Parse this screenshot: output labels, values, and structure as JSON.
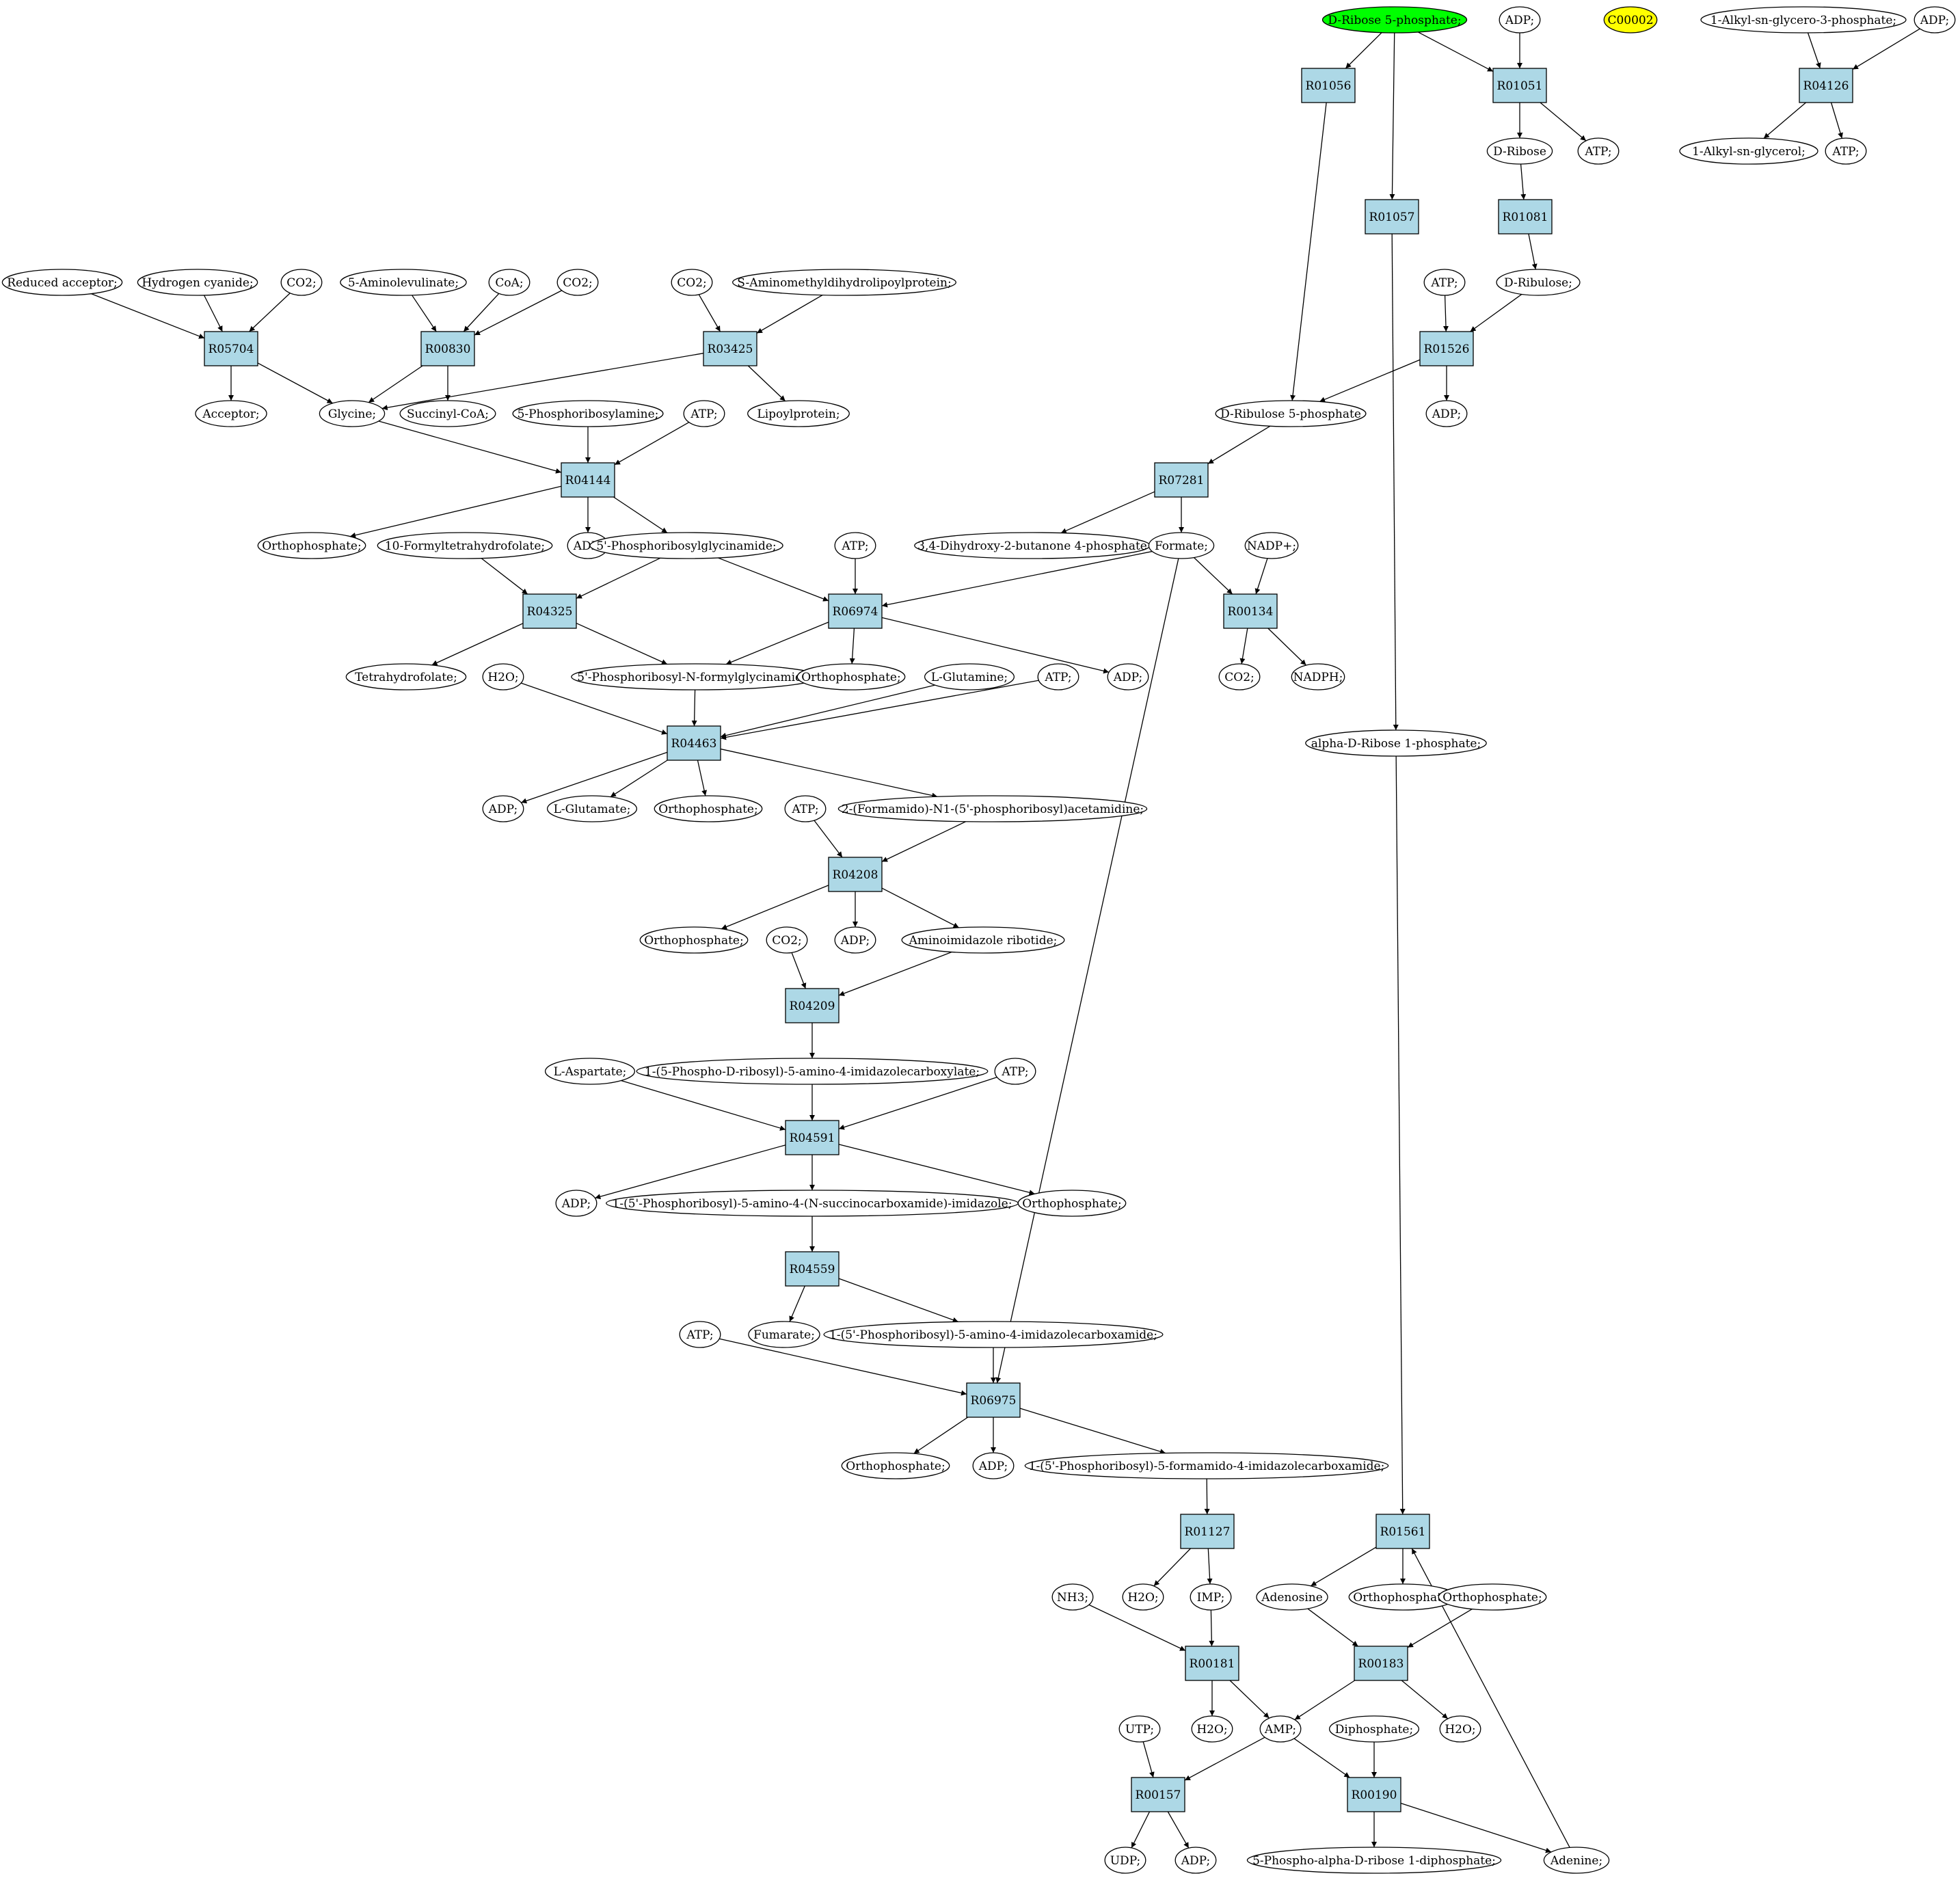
{
  "colors": {
    "reaction_fill": "#add8e6",
    "compound_fill": "#ffffff",
    "highlight_green": "#00ff00",
    "highlight_yellow": "#ffff00"
  },
  "graph": {
    "nodes": [
      {
        "id": "n_drib5p",
        "kind": "compound",
        "label": "D-Ribose 5-phosphate;",
        "fill": "#00ff00"
      },
      {
        "id": "n_adp_t",
        "kind": "compound",
        "label": "ADP;"
      },
      {
        "id": "n_c00002",
        "kind": "compound",
        "label": "C00002",
        "fill": "#ffff00"
      },
      {
        "id": "n_alkylg3p",
        "kind": "compound",
        "label": "1-Alkyl-sn-glycero-3-phosphate;"
      },
      {
        "id": "n_adp_tr",
        "kind": "compound",
        "label": "ADP;"
      },
      {
        "id": "r_R01056",
        "kind": "reaction",
        "label": "R01056"
      },
      {
        "id": "r_R01051",
        "kind": "reaction",
        "label": "R01051"
      },
      {
        "id": "r_R04126",
        "kind": "reaction",
        "label": "R04126"
      },
      {
        "id": "n_dribose",
        "kind": "compound",
        "label": "D-Ribose"
      },
      {
        "id": "n_atp_r01051",
        "kind": "compound",
        "label": "ATP;"
      },
      {
        "id": "n_alkylg",
        "kind": "compound",
        "label": "1-Alkyl-sn-glycerol;"
      },
      {
        "id": "n_atp_r04126",
        "kind": "compound",
        "label": "ATP;"
      },
      {
        "id": "r_R01057",
        "kind": "reaction",
        "label": "R01057"
      },
      {
        "id": "r_R01081",
        "kind": "reaction",
        "label": "R01081"
      },
      {
        "id": "n_redacc",
        "kind": "compound",
        "label": "Reduced acceptor;"
      },
      {
        "id": "n_hcn",
        "kind": "compound",
        "label": "Hydrogen cyanide;"
      },
      {
        "id": "n_co2_a",
        "kind": "compound",
        "label": "CO2;"
      },
      {
        "id": "n_5ala",
        "kind": "compound",
        "label": "5-Aminolevulinate;"
      },
      {
        "id": "n_coa",
        "kind": "compound",
        "label": "CoA;"
      },
      {
        "id": "n_co2_b",
        "kind": "compound",
        "label": "CO2;"
      },
      {
        "id": "n_co2_c",
        "kind": "compound",
        "label": "CO2;"
      },
      {
        "id": "n_samdlp",
        "kind": "compound",
        "label": "S-Aminomethyldihydrolipoylprotein;"
      },
      {
        "id": "n_atp_r01526",
        "kind": "compound",
        "label": "ATP;"
      },
      {
        "id": "n_dribulose",
        "kind": "compound",
        "label": "D-Ribulose;"
      },
      {
        "id": "r_R05704",
        "kind": "reaction",
        "label": "R05704"
      },
      {
        "id": "r_R00830",
        "kind": "reaction",
        "label": "R00830"
      },
      {
        "id": "r_R03425",
        "kind": "reaction",
        "label": "R03425"
      },
      {
        "id": "r_R01526",
        "kind": "reaction",
        "label": "R01526"
      },
      {
        "id": "n_acceptor",
        "kind": "compound",
        "label": "Acceptor;"
      },
      {
        "id": "n_glycine",
        "kind": "compound",
        "label": "Glycine;"
      },
      {
        "id": "n_succoa",
        "kind": "compound",
        "label": "Succinyl-CoA;"
      },
      {
        "id": "n_5pra",
        "kind": "compound",
        "label": "5-Phosphoribosylamine;"
      },
      {
        "id": "n_atp_r04144",
        "kind": "compound",
        "label": "ATP;"
      },
      {
        "id": "n_lipoyl",
        "kind": "compound",
        "label": "Lipoylprotein;"
      },
      {
        "id": "n_dribu5p",
        "kind": "compound",
        "label": "D-Ribulose 5-phosphate"
      },
      {
        "id": "n_adp_r01526",
        "kind": "compound",
        "label": "ADP;"
      },
      {
        "id": "r_R04144",
        "kind": "reaction",
        "label": "R04144"
      },
      {
        "id": "r_R07281",
        "kind": "reaction",
        "label": "R07281"
      },
      {
        "id": "n_pi_1",
        "kind": "compound",
        "label": "Orthophosphate;"
      },
      {
        "id": "n_10fthf",
        "kind": "compound",
        "label": "10-Formyltetrahydrofolate;"
      },
      {
        "id": "n_adp_r04144",
        "kind": "compound",
        "label": "ADP;"
      },
      {
        "id": "n_gar",
        "kind": "compound",
        "label": "5'-Phosphoribosylglycinamide;"
      },
      {
        "id": "n_atp_r06974",
        "kind": "compound",
        "label": "ATP;"
      },
      {
        "id": "n_dhbp",
        "kind": "compound",
        "label": "3,4-Dihydroxy-2-butanone 4-phosphate"
      },
      {
        "id": "n_formate",
        "kind": "compound",
        "label": "Formate;"
      },
      {
        "id": "n_nadp",
        "kind": "compound",
        "label": "NADP+;"
      },
      {
        "id": "r_R04325",
        "kind": "reaction",
        "label": "R04325"
      },
      {
        "id": "r_R06974",
        "kind": "reaction",
        "label": "R06974"
      },
      {
        "id": "r_R00134",
        "kind": "reaction",
        "label": "R00134"
      },
      {
        "id": "n_thf",
        "kind": "compound",
        "label": "Tetrahydrofolate;"
      },
      {
        "id": "n_h2o_a",
        "kind": "compound",
        "label": "H2O;"
      },
      {
        "id": "n_fgar",
        "kind": "compound",
        "label": "5'-Phosphoribosyl-N-formylglycinamide;"
      },
      {
        "id": "n_pi_2",
        "kind": "compound",
        "label": "Orthophosphate;"
      },
      {
        "id": "n_gln",
        "kind": "compound",
        "label": "L-Glutamine;"
      },
      {
        "id": "n_atp_r04463",
        "kind": "compound",
        "label": "ATP;"
      },
      {
        "id": "n_adp_r06974",
        "kind": "compound",
        "label": "ADP;"
      },
      {
        "id": "n_co2_r00134",
        "kind": "compound",
        "label": "CO2;"
      },
      {
        "id": "n_nadph",
        "kind": "compound",
        "label": "NADPH;"
      },
      {
        "id": "r_R04463",
        "kind": "reaction",
        "label": "R04463"
      },
      {
        "id": "n_ar1p",
        "kind": "compound",
        "label": "alpha-D-Ribose 1-phosphate;"
      },
      {
        "id": "n_adp_r04463",
        "kind": "compound",
        "label": "ADP;"
      },
      {
        "id": "n_glu",
        "kind": "compound",
        "label": "L-Glutamate;"
      },
      {
        "id": "n_pi_3",
        "kind": "compound",
        "label": "Orthophosphate;"
      },
      {
        "id": "n_atp_r04208",
        "kind": "compound",
        "label": "ATP;"
      },
      {
        "id": "n_fgam",
        "kind": "compound",
        "label": "2-(Formamido)-N1-(5'-phosphoribosyl)acetamidine;"
      },
      {
        "id": "r_R04208",
        "kind": "reaction",
        "label": "R04208"
      },
      {
        "id": "n_pi_4",
        "kind": "compound",
        "label": "Orthophosphate;"
      },
      {
        "id": "n_co2_r04209",
        "kind": "compound",
        "label": "CO2;"
      },
      {
        "id": "n_adp_r04208",
        "kind": "compound",
        "label": "ADP;"
      },
      {
        "id": "n_air",
        "kind": "compound",
        "label": "Aminoimidazole ribotide;"
      },
      {
        "id": "r_R04209",
        "kind": "reaction",
        "label": "R04209"
      },
      {
        "id": "n_asp",
        "kind": "compound",
        "label": "L-Aspartate;"
      },
      {
        "id": "n_cair",
        "kind": "compound",
        "label": "1-(5-Phospho-D-ribosyl)-5-amino-4-imidazolecarboxylate;"
      },
      {
        "id": "n_atp_r04591",
        "kind": "compound",
        "label": "ATP;"
      },
      {
        "id": "r_R04591",
        "kind": "reaction",
        "label": "R04591"
      },
      {
        "id": "n_adp_r04591",
        "kind": "compound",
        "label": "ADP;"
      },
      {
        "id": "n_saicar",
        "kind": "compound",
        "label": "1-(5'-Phosphoribosyl)-5-amino-4-(N-succinocarboxamide)-imidazole;"
      },
      {
        "id": "n_pi_5",
        "kind": "compound",
        "label": "Orthophosphate;"
      },
      {
        "id": "r_R04559",
        "kind": "reaction",
        "label": "R04559"
      },
      {
        "id": "n_atp_r06975",
        "kind": "compound",
        "label": "ATP;"
      },
      {
        "id": "n_fum",
        "kind": "compound",
        "label": "Fumarate;"
      },
      {
        "id": "n_aicar",
        "kind": "compound",
        "label": "1-(5'-Phosphoribosyl)-5-amino-4-imidazolecarboxamide;"
      },
      {
        "id": "r_R06975",
        "kind": "reaction",
        "label": "R06975"
      },
      {
        "id": "n_pi_6",
        "kind": "compound",
        "label": "Orthophosphate;"
      },
      {
        "id": "n_adp_r06975",
        "kind": "compound",
        "label": "ADP;"
      },
      {
        "id": "n_faicar",
        "kind": "compound",
        "label": "1-(5'-Phosphoribosyl)-5-formamido-4-imidazolecarboxamide;"
      },
      {
        "id": "r_R01127",
        "kind": "reaction",
        "label": "R01127"
      },
      {
        "id": "r_R01561",
        "kind": "reaction",
        "label": "R01561"
      },
      {
        "id": "n_nh3",
        "kind": "compound",
        "label": "NH3;"
      },
      {
        "id": "n_h2o_b",
        "kind": "compound",
        "label": "H2O;"
      },
      {
        "id": "n_imp",
        "kind": "compound",
        "label": "IMP;"
      },
      {
        "id": "n_adenosine",
        "kind": "compound",
        "label": "Adenosine"
      },
      {
        "id": "n_pi_7",
        "kind": "compound",
        "label": "Orthophosphate;"
      },
      {
        "id": "n_pi_8",
        "kind": "compound",
        "label": "Orthophosphate;"
      },
      {
        "id": "r_R00181",
        "kind": "reaction",
        "label": "R00181"
      },
      {
        "id": "r_R00183",
        "kind": "reaction",
        "label": "R00183"
      },
      {
        "id": "n_utp",
        "kind": "compound",
        "label": "UTP;"
      },
      {
        "id": "n_h2o_c",
        "kind": "compound",
        "label": "H2O;"
      },
      {
        "id": "n_amp",
        "kind": "compound",
        "label": "AMP;"
      },
      {
        "id": "n_ppi",
        "kind": "compound",
        "label": "Diphosphate;"
      },
      {
        "id": "n_h2o_d",
        "kind": "compound",
        "label": "H2O;"
      },
      {
        "id": "r_R00157",
        "kind": "reaction",
        "label": "R00157"
      },
      {
        "id": "r_R00190",
        "kind": "reaction",
        "label": "R00190"
      },
      {
        "id": "n_udp",
        "kind": "compound",
        "label": "UDP;"
      },
      {
        "id": "n_adp_r00157",
        "kind": "compound",
        "label": "ADP;"
      },
      {
        "id": "n_prpp",
        "kind": "compound",
        "label": "5-Phospho-alpha-D-ribose 1-diphosphate;"
      },
      {
        "id": "n_adenine",
        "kind": "compound",
        "label": "Adenine;"
      }
    ],
    "edges": [
      [
        "n_drib5p",
        "r_R01056"
      ],
      [
        "n_drib5p",
        "r_R01051"
      ],
      [
        "n_drib5p",
        "r_R01057"
      ],
      [
        "n_adp_t",
        "r_R01051"
      ],
      [
        "n_alkylg3p",
        "r_R04126"
      ],
      [
        "n_adp_tr",
        "r_R04126"
      ],
      [
        "r_R04126",
        "n_alkylg"
      ],
      [
        "r_R04126",
        "n_atp_r04126"
      ],
      [
        "r_R01051",
        "n_dribose"
      ],
      [
        "r_R01051",
        "n_atp_r01051"
      ],
      [
        "n_dribose",
        "r_R01081"
      ],
      [
        "r_R01081",
        "n_dribulose"
      ],
      [
        "n_atp_r01526",
        "r_R01526"
      ],
      [
        "n_dribulose",
        "r_R01526"
      ],
      [
        "r_R01526",
        "n_dribu5p"
      ],
      [
        "r_R01526",
        "n_adp_r01526"
      ],
      [
        "r_R01056",
        "n_dribu5p"
      ],
      [
        "r_R01057",
        "n_ar1p"
      ],
      [
        "n_redacc",
        "r_R05704"
      ],
      [
        "n_hcn",
        "r_R05704"
      ],
      [
        "n_co2_a",
        "r_R05704"
      ],
      [
        "r_R05704",
        "n_acceptor"
      ],
      [
        "r_R05704",
        "n_glycine"
      ],
      [
        "n_5ala",
        "r_R00830"
      ],
      [
        "n_coa",
        "r_R00830"
      ],
      [
        "n_co2_b",
        "r_R00830"
      ],
      [
        "r_R00830",
        "n_glycine"
      ],
      [
        "r_R00830",
        "n_succoa"
      ],
      [
        "n_co2_c",
        "r_R03425"
      ],
      [
        "n_samdlp",
        "r_R03425"
      ],
      [
        "r_R03425",
        "n_glycine"
      ],
      [
        "r_R03425",
        "n_lipoyl"
      ],
      [
        "n_glycine",
        "r_R04144"
      ],
      [
        "n_5pra",
        "r_R04144"
      ],
      [
        "n_atp_r04144",
        "r_R04144"
      ],
      [
        "r_R04144",
        "n_pi_1"
      ],
      [
        "r_R04144",
        "n_adp_r04144"
      ],
      [
        "r_R04144",
        "n_gar"
      ],
      [
        "n_dribu5p",
        "r_R07281"
      ],
      [
        "r_R07281",
        "n_dhbp"
      ],
      [
        "r_R07281",
        "n_formate"
      ],
      [
        "n_10fthf",
        "r_R04325"
      ],
      [
        "n_gar",
        "r_R04325"
      ],
      [
        "r_R04325",
        "n_thf"
      ],
      [
        "r_R04325",
        "n_fgar"
      ],
      [
        "n_gar",
        "r_R06974"
      ],
      [
        "n_atp_r06974",
        "r_R06974"
      ],
      [
        "n_formate",
        "r_R06974"
      ],
      [
        "r_R06974",
        "n_fgar"
      ],
      [
        "r_R06974",
        "n_pi_2"
      ],
      [
        "r_R06974",
        "n_adp_r06974"
      ],
      [
        "n_formate",
        "r_R00134"
      ],
      [
        "n_nadp",
        "r_R00134"
      ],
      [
        "r_R00134",
        "n_co2_r00134"
      ],
      [
        "r_R00134",
        "n_nadph"
      ],
      [
        "n_h2o_a",
        "r_R04463"
      ],
      [
        "n_fgar",
        "r_R04463"
      ],
      [
        "n_gln",
        "r_R04463"
      ],
      [
        "n_atp_r04463",
        "r_R04463"
      ],
      [
        "r_R04463",
        "n_adp_r04463"
      ],
      [
        "r_R04463",
        "n_glu"
      ],
      [
        "r_R04463",
        "n_pi_3"
      ],
      [
        "r_R04463",
        "n_fgam"
      ],
      [
        "n_atp_r04208",
        "r_R04208"
      ],
      [
        "n_fgam",
        "r_R04208"
      ],
      [
        "r_R04208",
        "n_pi_4"
      ],
      [
        "r_R04208",
        "n_adp_r04208"
      ],
      [
        "r_R04208",
        "n_air"
      ],
      [
        "n_co2_r04209",
        "r_R04209"
      ],
      [
        "n_air",
        "r_R04209"
      ],
      [
        "r_R04209",
        "n_cair"
      ],
      [
        "n_asp",
        "r_R04591"
      ],
      [
        "n_cair",
        "r_R04591"
      ],
      [
        "n_atp_r04591",
        "r_R04591"
      ],
      [
        "r_R04591",
        "n_adp_r04591"
      ],
      [
        "r_R04591",
        "n_saicar"
      ],
      [
        "r_R04591",
        "n_pi_5"
      ],
      [
        "n_saicar",
        "r_R04559"
      ],
      [
        "r_R04559",
        "n_fum"
      ],
      [
        "r_R04559",
        "n_aicar"
      ],
      [
        "n_atp_r06975",
        "r_R06975"
      ],
      [
        "n_aicar",
        "r_R06975"
      ],
      [
        "n_formate",
        "r_R06975"
      ],
      [
        "r_R06975",
        "n_pi_6"
      ],
      [
        "r_R06975",
        "n_adp_r06975"
      ],
      [
        "r_R06975",
        "n_faicar"
      ],
      [
        "n_faicar",
        "r_R01127"
      ],
      [
        "r_R01127",
        "n_h2o_b"
      ],
      [
        "r_R01127",
        "n_imp"
      ],
      [
        "n_ar1p",
        "r_R01561"
      ],
      [
        "n_adenine",
        "r_R01561"
      ],
      [
        "r_R01561",
        "n_adenosine"
      ],
      [
        "r_R01561",
        "n_pi_7"
      ],
      [
        "n_nh3",
        "r_R00181"
      ],
      [
        "n_imp",
        "r_R00181"
      ],
      [
        "r_R00181",
        "n_h2o_c"
      ],
      [
        "r_R00181",
        "n_amp"
      ],
      [
        "n_adenosine",
        "r_R00183"
      ],
      [
        "n_pi_8",
        "r_R00183"
      ],
      [
        "r_R00183",
        "n_amp"
      ],
      [
        "r_R00183",
        "n_h2o_d"
      ],
      [
        "n_utp",
        "r_R00157"
      ],
      [
        "n_amp",
        "r_R00157"
      ],
      [
        "r_R00157",
        "n_udp"
      ],
      [
        "r_R00157",
        "n_adp_r00157"
      ],
      [
        "n_amp",
        "r_R00190"
      ],
      [
        "n_ppi",
        "r_R00190"
      ],
      [
        "r_R00190",
        "n_prpp"
      ],
      [
        "r_R00190",
        "n_adenine"
      ]
    ]
  }
}
